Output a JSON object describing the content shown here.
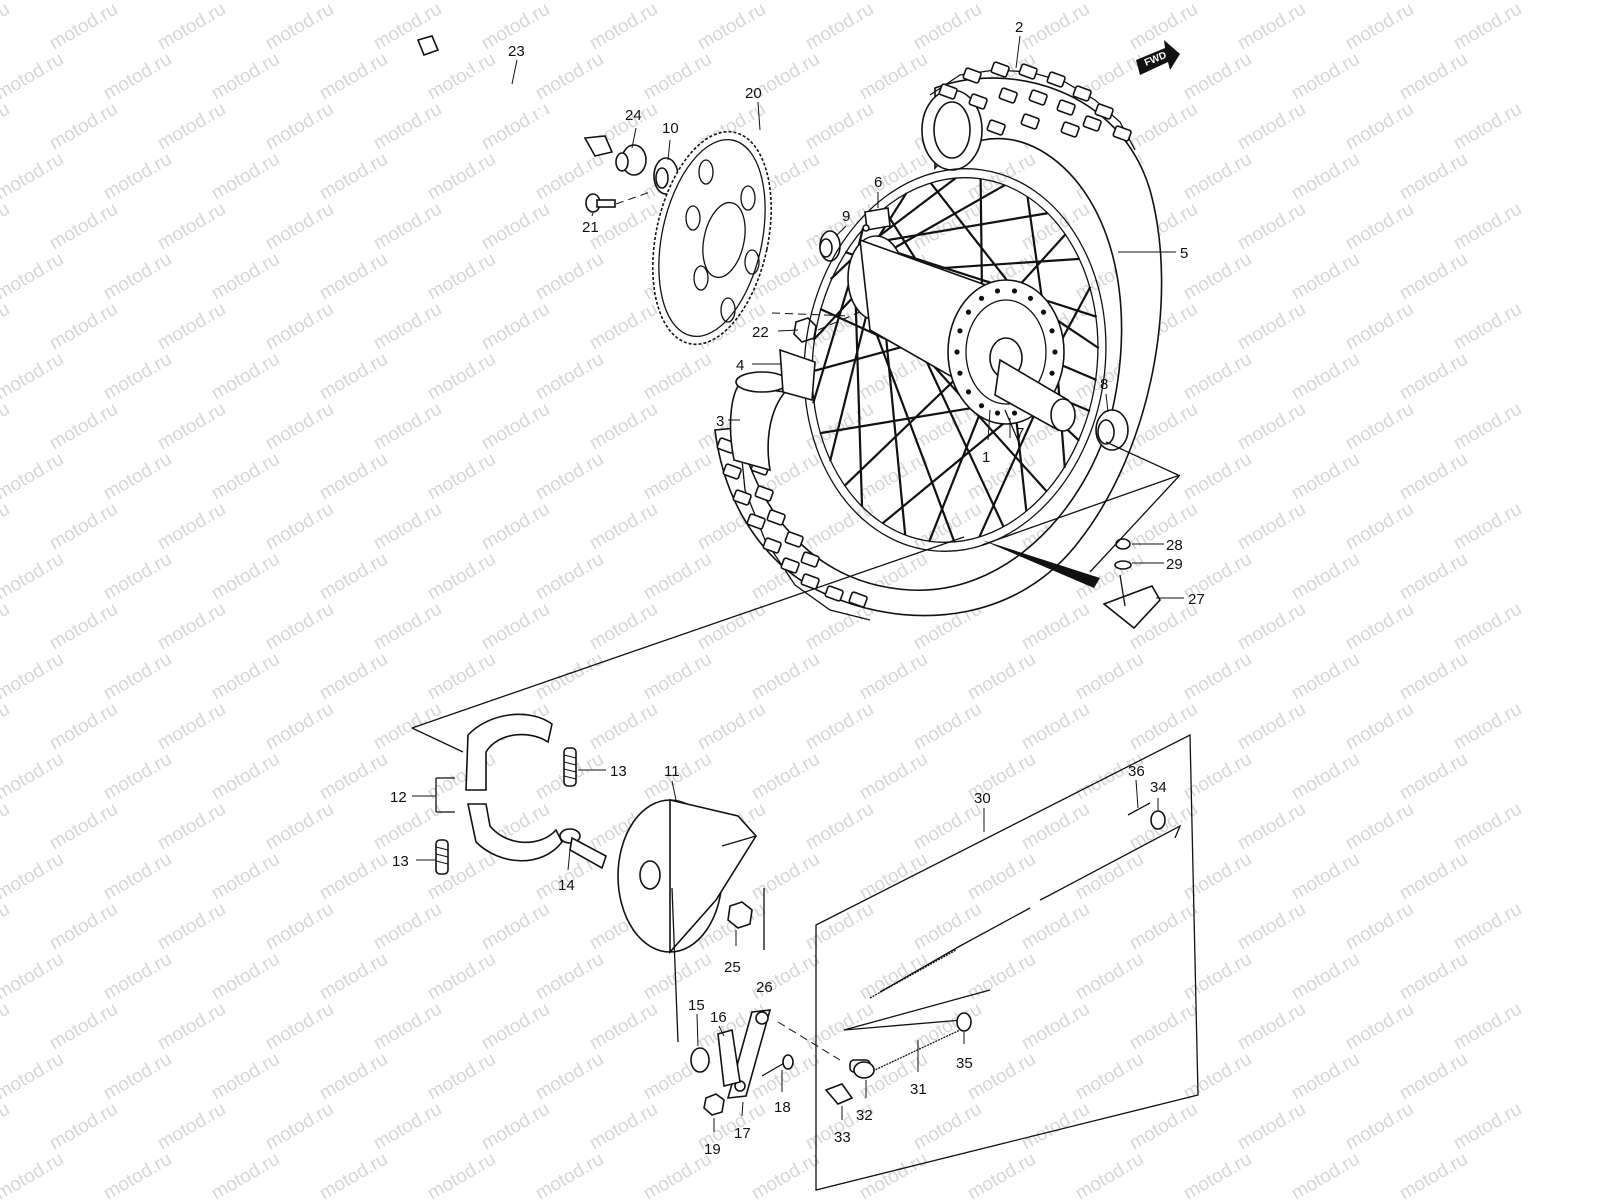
{
  "watermark": "motod.ru",
  "fwd_arrow": "FWD",
  "parts": [
    "1",
    "2",
    "3",
    "4",
    "5",
    "6",
    "7",
    "8",
    "9",
    "10",
    "11",
    "12",
    "13",
    "14",
    "15",
    "16",
    "17",
    "18",
    "19",
    "20",
    "21",
    "22",
    "23",
    "24",
    "25",
    "26",
    "27",
    "28",
    "29",
    "30",
    "31",
    "32",
    "33",
    "34",
    "35",
    "36"
  ]
}
